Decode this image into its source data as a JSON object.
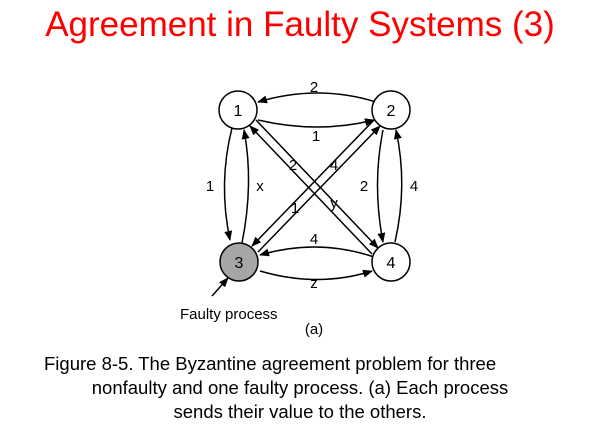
{
  "slide": {
    "title": "Agreement in Faulty Systems (3)"
  },
  "diagram": {
    "nodes": [
      {
        "id": "1",
        "label": "1",
        "faulty": false
      },
      {
        "id": "2",
        "label": "2",
        "faulty": false
      },
      {
        "id": "3",
        "label": "3",
        "faulty": true
      },
      {
        "id": "4",
        "label": "4",
        "faulty": false
      }
    ],
    "edge_labels": {
      "n2_to_n1_top": "2",
      "n1_to_n2_inner": "1",
      "n1_to_n3_outer": "1",
      "n3_to_n1_inner": "x",
      "n2_to_n3_diag": "2",
      "n4_to_n1_diag": "4",
      "n1_to_n4_diag": "1",
      "n3_to_n2_diag": "y",
      "n2_to_n4_inner": "2",
      "n4_to_n2_outer": "4",
      "n4_to_n3_inner": "4",
      "n3_to_n4_bottom": "z"
    },
    "faulty_label": "Faulty process",
    "subfigure_label": "(a)",
    "colors": {
      "node_fill": "#ffffff",
      "faulty_fill": "#a6a6a6",
      "stroke": "#000000"
    }
  },
  "caption": {
    "line1": "Figure 8-5. The Byzantine agreement problem for three",
    "line2": "nonfaulty and one faulty process. (a) Each process",
    "line3": "sends their value to the others."
  }
}
